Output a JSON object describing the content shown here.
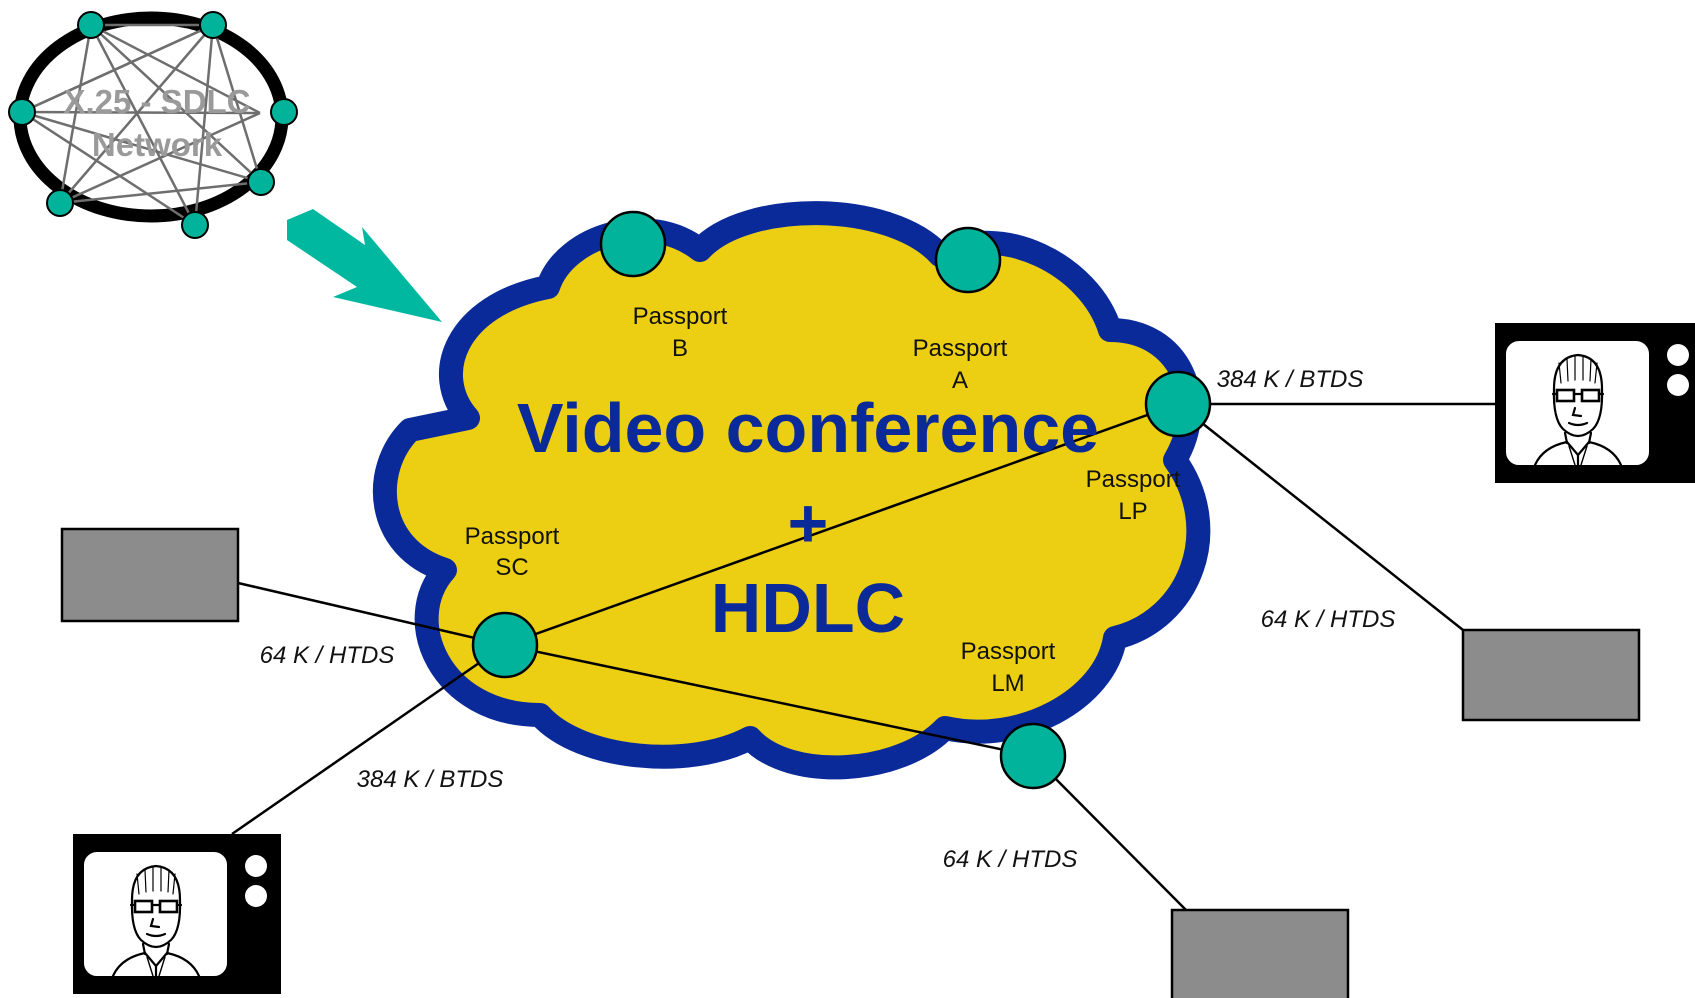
{
  "diagram": {
    "x25_network": {
      "line1": "X.25 - SDLC",
      "line2": "Network"
    },
    "cloud": {
      "line1": "Video conference",
      "plus": "+",
      "line2": "HDLC"
    },
    "passports": {
      "b": {
        "line1": "Passport",
        "line2": "B"
      },
      "a": {
        "line1": "Passport",
        "line2": "A"
      },
      "lp": {
        "line1": "Passport",
        "line2": "LP"
      },
      "sc": {
        "line1": "Passport",
        "line2": "SC"
      },
      "lm": {
        "line1": "Passport",
        "line2": "LM"
      }
    },
    "links": {
      "lp_tv": "384 K / BTDS",
      "lp_host": "64 K / HTDS",
      "sc_host": "64 K / HTDS",
      "sc_tv": "384 K / BTDS",
      "lm_host": "64 K / HTDS"
    },
    "colors": {
      "cloud_fill": "#eccf12",
      "cloud_border": "#0a2a9a",
      "node": "#00b39a",
      "arrow": "#00b8a0",
      "host_box": "#8c8c8c",
      "title_text": "#0b2a9a",
      "x25_text": "#9a9a9a"
    },
    "icons": {
      "host": "terminal-box-icon",
      "video": "television-face-icon",
      "node": "passport-node-icon",
      "arrow": "flow-arrow-icon"
    }
  }
}
